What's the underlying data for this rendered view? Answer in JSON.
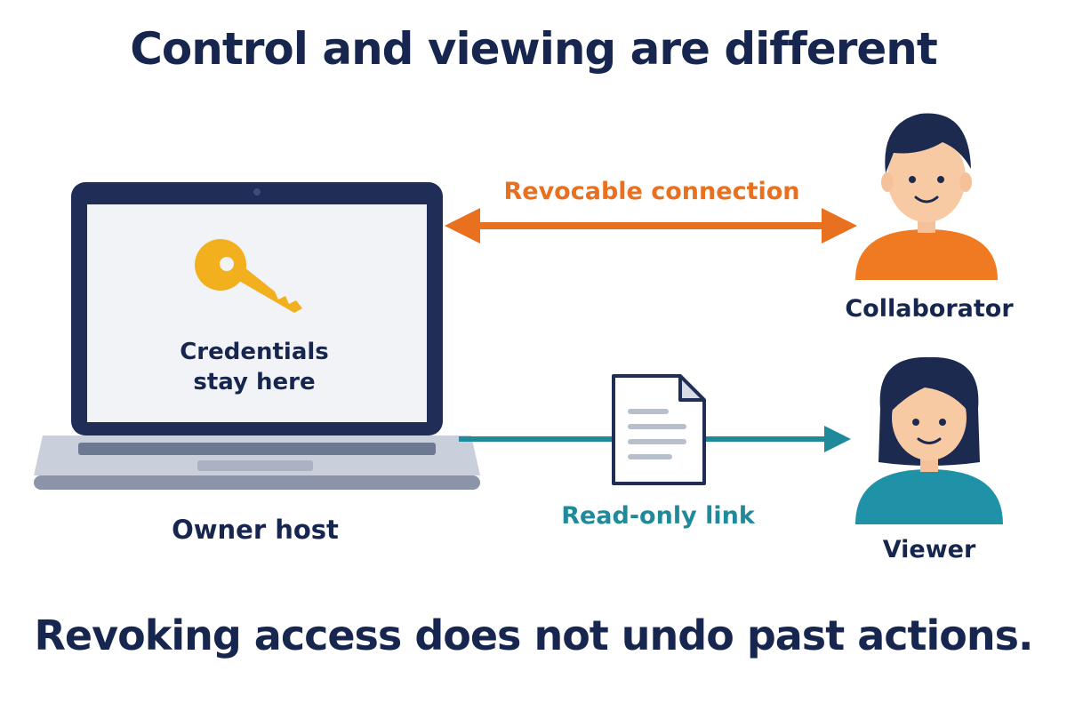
{
  "title": "Control and viewing are different",
  "footer": "Revoking access does not undo past actions.",
  "laptop": {
    "screen_text_line1": "Credentials",
    "screen_text_line2": "stay here",
    "label": "Owner host",
    "icon": "key-icon"
  },
  "connections": [
    {
      "label": "Revocable connection",
      "direction": "bidirectional",
      "color": "#e8701f"
    },
    {
      "label": "Read-only link",
      "direction": "one-way",
      "color": "#1f8a9a",
      "icon": "document-icon"
    }
  ],
  "people": [
    {
      "label": "Collaborator",
      "shirt_color": "#f07a22"
    },
    {
      "label": "Viewer",
      "shirt_color": "#1f92a8"
    }
  ],
  "colors": {
    "navy": "#17264f",
    "orange": "#e8701f",
    "teal": "#1f8a9a",
    "key": "#f2b01e"
  }
}
